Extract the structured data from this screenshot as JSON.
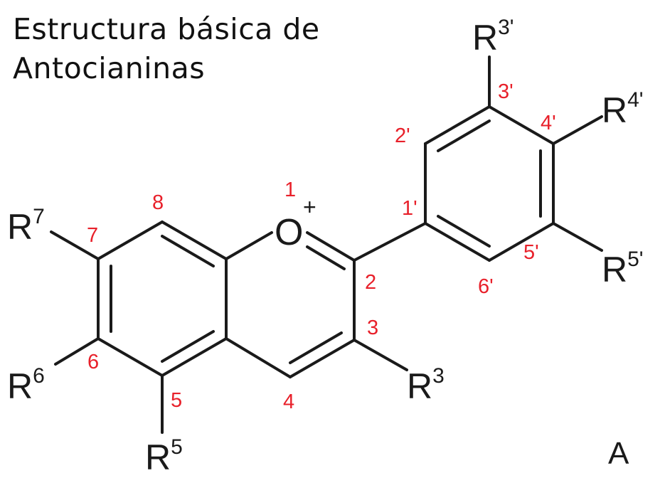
{
  "title": {
    "line1": "Estructura básica de",
    "line2": "Antocianinas"
  },
  "ring_atom": {
    "symbol": "O",
    "charge": "+"
  },
  "substituents": {
    "r7": {
      "base": "R",
      "sup": "7"
    },
    "r6": {
      "base": "R",
      "sup": "6"
    },
    "r5": {
      "base": "R",
      "sup": "5"
    },
    "r3": {
      "base": "R",
      "sup": "3"
    },
    "r3p": {
      "base": "R",
      "sup": "3'"
    },
    "r4p": {
      "base": "R",
      "sup": "4'"
    },
    "r5p": {
      "base": "R",
      "sup": "5'"
    }
  },
  "positions": {
    "p1": "1",
    "p2": "2",
    "p3": "3",
    "p4": "4",
    "p5": "5",
    "p6": "6",
    "p7": "7",
    "p8": "8",
    "p1p": "1'",
    "p2p": "2'",
    "p3p": "3'",
    "p4p": "4'",
    "p5p": "5'",
    "p6p": "6'"
  },
  "panel_label": "A",
  "colors": {
    "bond": "#1a1a1a",
    "position_number": "#e8202a",
    "text": "#111111"
  }
}
